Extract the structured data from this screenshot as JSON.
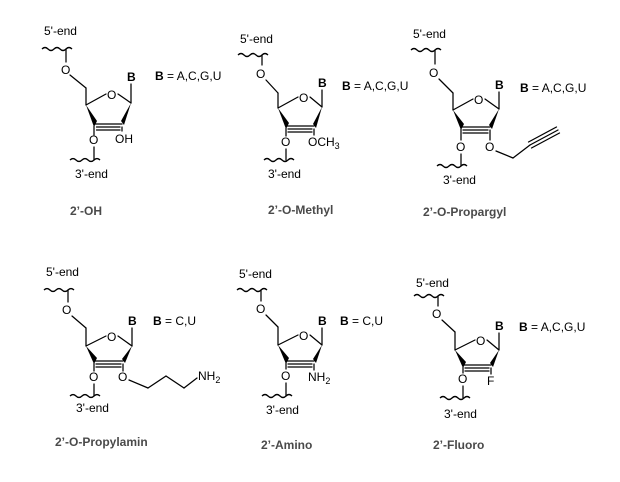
{
  "labels": {
    "five_prime": "5'-end",
    "three_prime": "3'-end",
    "oxygen": "O",
    "base": "B",
    "eq": "="
  },
  "substituents": {
    "oh": "OH",
    "och3_main": "OCH",
    "och3_sub": "3",
    "nh2_main": "NH",
    "nh2_sub": "2",
    "fluoro": "F"
  },
  "structures": [
    {
      "caption": "2’-OH",
      "bases": "A,C,G,U"
    },
    {
      "caption": "2’-O-Methyl",
      "bases": "A,C,G,U"
    },
    {
      "caption": "2’-O-Propargyl",
      "bases": "A,C,G,U"
    },
    {
      "caption": "2’-O-Propylamin",
      "bases": "C,U"
    },
    {
      "caption": "2’-Amino",
      "bases": "C,U"
    },
    {
      "caption": "2’-Fluoro",
      "bases": "A,C,G,U"
    }
  ],
  "colors": {
    "ink": "#000000",
    "caption": "#4a4a4a"
  }
}
